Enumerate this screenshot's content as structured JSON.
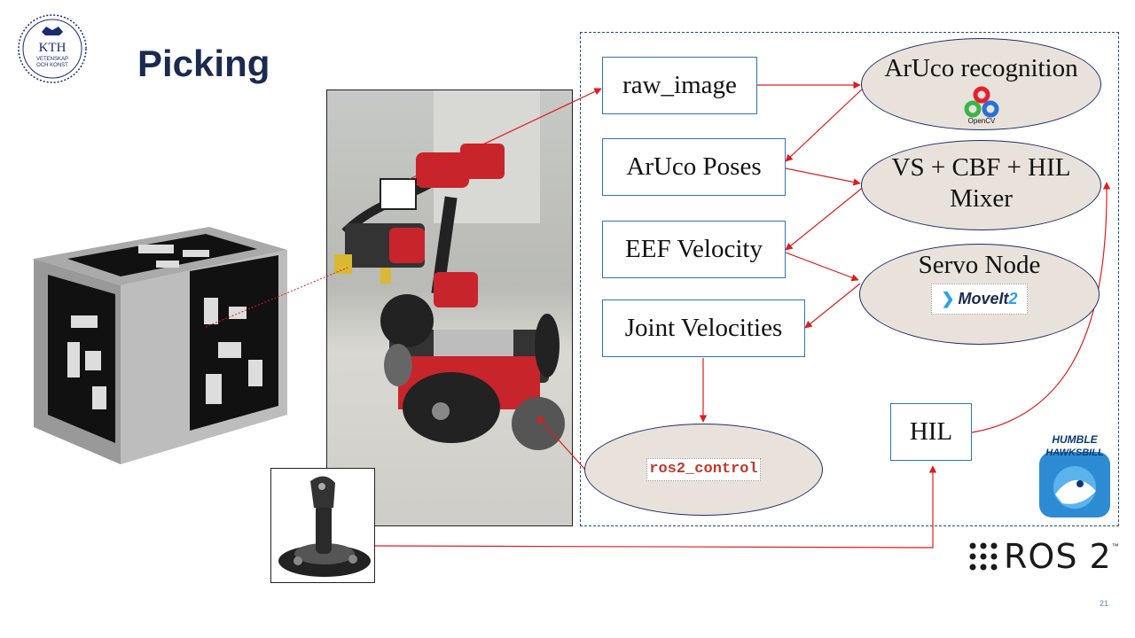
{
  "slide": {
    "title": "Picking",
    "page_number": "21"
  },
  "logos": {
    "kth_main": "KTH",
    "kth_sub1": "VETENSKAP",
    "kth_sub2": "OCH KONST",
    "ros2": "ROS 2",
    "ros2_tm": "™",
    "humble_line1": "HUMBLE",
    "humble_line2": "HAWKSBILL"
  },
  "diagram": {
    "nodes": {
      "raw_image": "raw_image",
      "aruco_poses": "ArUco Poses",
      "eef_velocity": "EEF Velocity",
      "joint_velocities": "Joint Velocities",
      "hil": "HIL",
      "aruco_recognition": "ArUco recognition",
      "opencv_label": "OpenCV",
      "mixer_line1": "VS + CBF + HIL",
      "mixer_line2": "Mixer",
      "servo_node": "Servo Node",
      "moveit_label": "MoveIt",
      "moveit_suffix": "2",
      "ros2_control": "ros2_control"
    },
    "edges": [
      {
        "from": "robot_camera",
        "to": "raw_image"
      },
      {
        "from": "raw_image",
        "to": "aruco_recognition"
      },
      {
        "from": "aruco_recognition",
        "to": "aruco_poses"
      },
      {
        "from": "aruco_poses",
        "to": "mixer"
      },
      {
        "from": "mixer",
        "to": "eef_velocity"
      },
      {
        "from": "eef_velocity",
        "to": "servo_node"
      },
      {
        "from": "servo_node",
        "to": "joint_velocities"
      },
      {
        "from": "joint_velocities",
        "to": "ros2_control"
      },
      {
        "from": "ros2_control",
        "to": "robot_wheel"
      },
      {
        "from": "joystick",
        "to": "hil"
      },
      {
        "from": "hil",
        "to": "mixer"
      }
    ]
  },
  "colors": {
    "title": "#1b2b4f",
    "arrow": "#e01b1b",
    "box_border": "#2e75b6",
    "ellipse_fill": "#e8e2da",
    "ellipse_border": "#1f2d6e"
  }
}
